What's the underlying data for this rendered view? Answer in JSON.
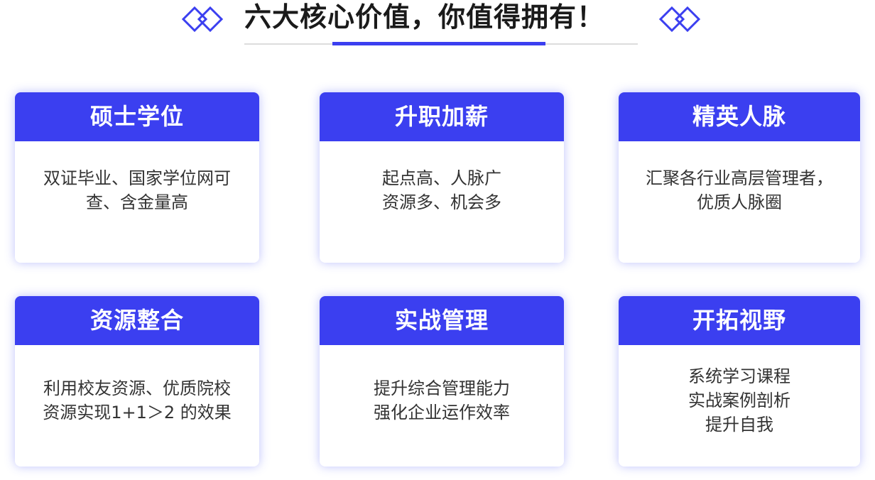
{
  "header": {
    "title": "六大核心价值，你值得拥有！"
  },
  "colors": {
    "accent": "#3b3ff0",
    "text": "#333333",
    "title": "#1a1a1a"
  },
  "cards": [
    {
      "title": "硕士学位",
      "lines": [
        "双证毕业、国家学位网可",
        "查、含金量高"
      ]
    },
    {
      "title": "升职加薪",
      "lines": [
        "起点高、人脉广",
        "资源多、机会多"
      ]
    },
    {
      "title": "精英人脉",
      "lines": [
        "汇聚各行业高层管理者，",
        "优质人脉圈"
      ]
    },
    {
      "title": "资源整合",
      "lines": [
        "利用校友资源、优质院校",
        "资源实现1+1＞2 的效果"
      ]
    },
    {
      "title": "实战管理",
      "lines": [
        "提升综合管理能力",
        "强化企业运作效率"
      ]
    },
    {
      "title": "开拓视野",
      "lines": [
        "系统学习课程",
        "实战案例剖析",
        "提升自我"
      ]
    }
  ]
}
